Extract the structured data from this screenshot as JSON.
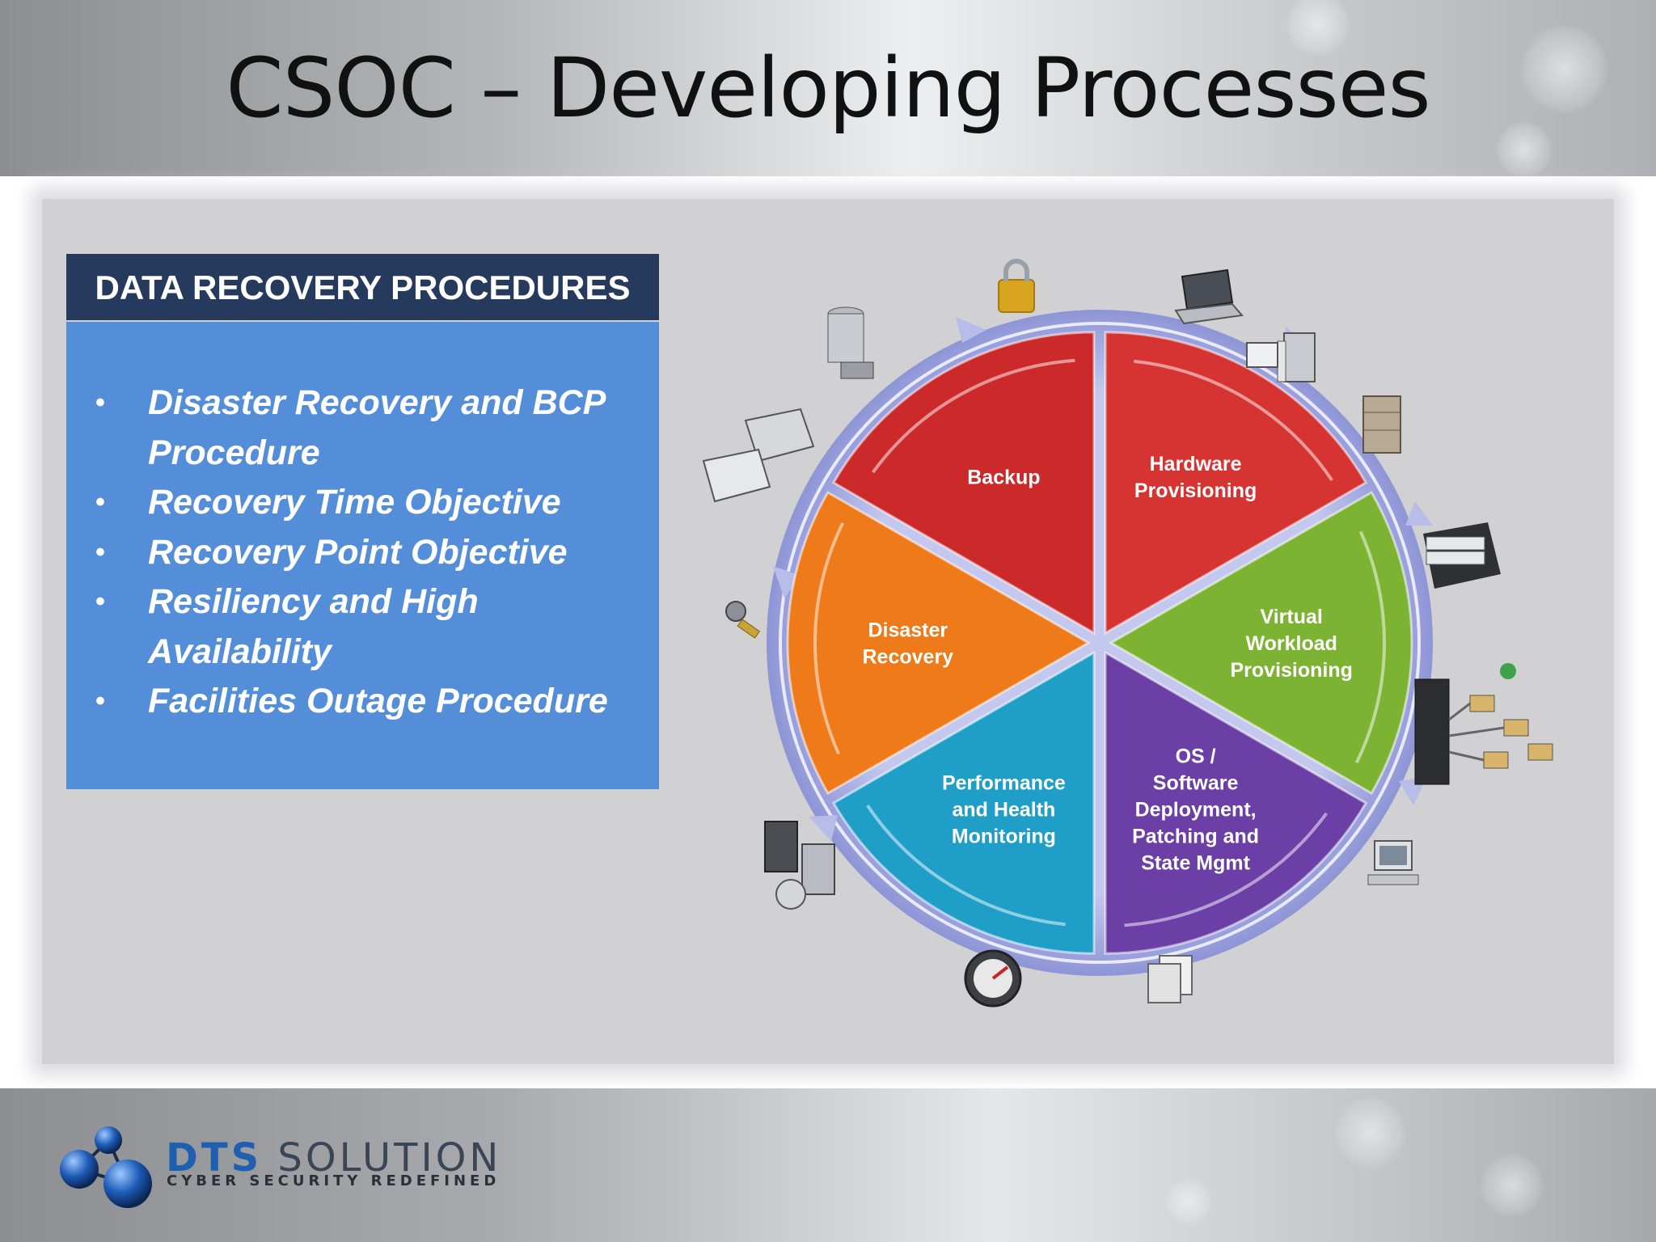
{
  "slide": {
    "title": "CSOC – Developing Processes"
  },
  "procedures_box": {
    "heading": "DATA RECOVERY PROCEDURES",
    "bullet_glyph": "•",
    "items": [
      "Disaster Recovery and BCP Procedure",
      "Recovery Time Objective",
      "Recovery Point Objective",
      "Resiliency and High Availability",
      "Facilities Outage Procedure"
    ]
  },
  "cycle_diagram": {
    "segments": [
      {
        "lines": [
          "Backup"
        ],
        "color": "#cc2a2a"
      },
      {
        "lines": [
          "Hardware",
          "Provisioning"
        ],
        "color": "#d63432"
      },
      {
        "lines": [
          "Virtual",
          "Workload",
          "Provisioning"
        ],
        "color": "#7db332"
      },
      {
        "lines": [
          "OS /",
          "Software",
          "Deployment,",
          "Patching and",
          "State Mgmt"
        ],
        "color": "#6b3fa6"
      },
      {
        "lines": [
          "Performance",
          "and Health",
          "Monitoring"
        ],
        "color": "#1f9fc8"
      },
      {
        "lines": [
          "Disaster",
          "Recovery"
        ],
        "color": "#ee7a1a"
      }
    ],
    "ring_color": "#a8aee2",
    "icons": [
      "padlock-icon",
      "laptop-icon",
      "desktop-tower-icon",
      "server-rack-icon",
      "blade-server-icon",
      "network-devices-icon",
      "workstation-icon",
      "folder-icon",
      "gauge-icon",
      "server-cluster-icon",
      "key-icon",
      "printer-icon",
      "storage-array-icon"
    ]
  },
  "footer": {
    "brand_primary": "DTS",
    "brand_secondary": "SOLUTION",
    "tagline": "CYBER SECURITY REDEFINED",
    "brand_color": "#1f5fb0"
  }
}
